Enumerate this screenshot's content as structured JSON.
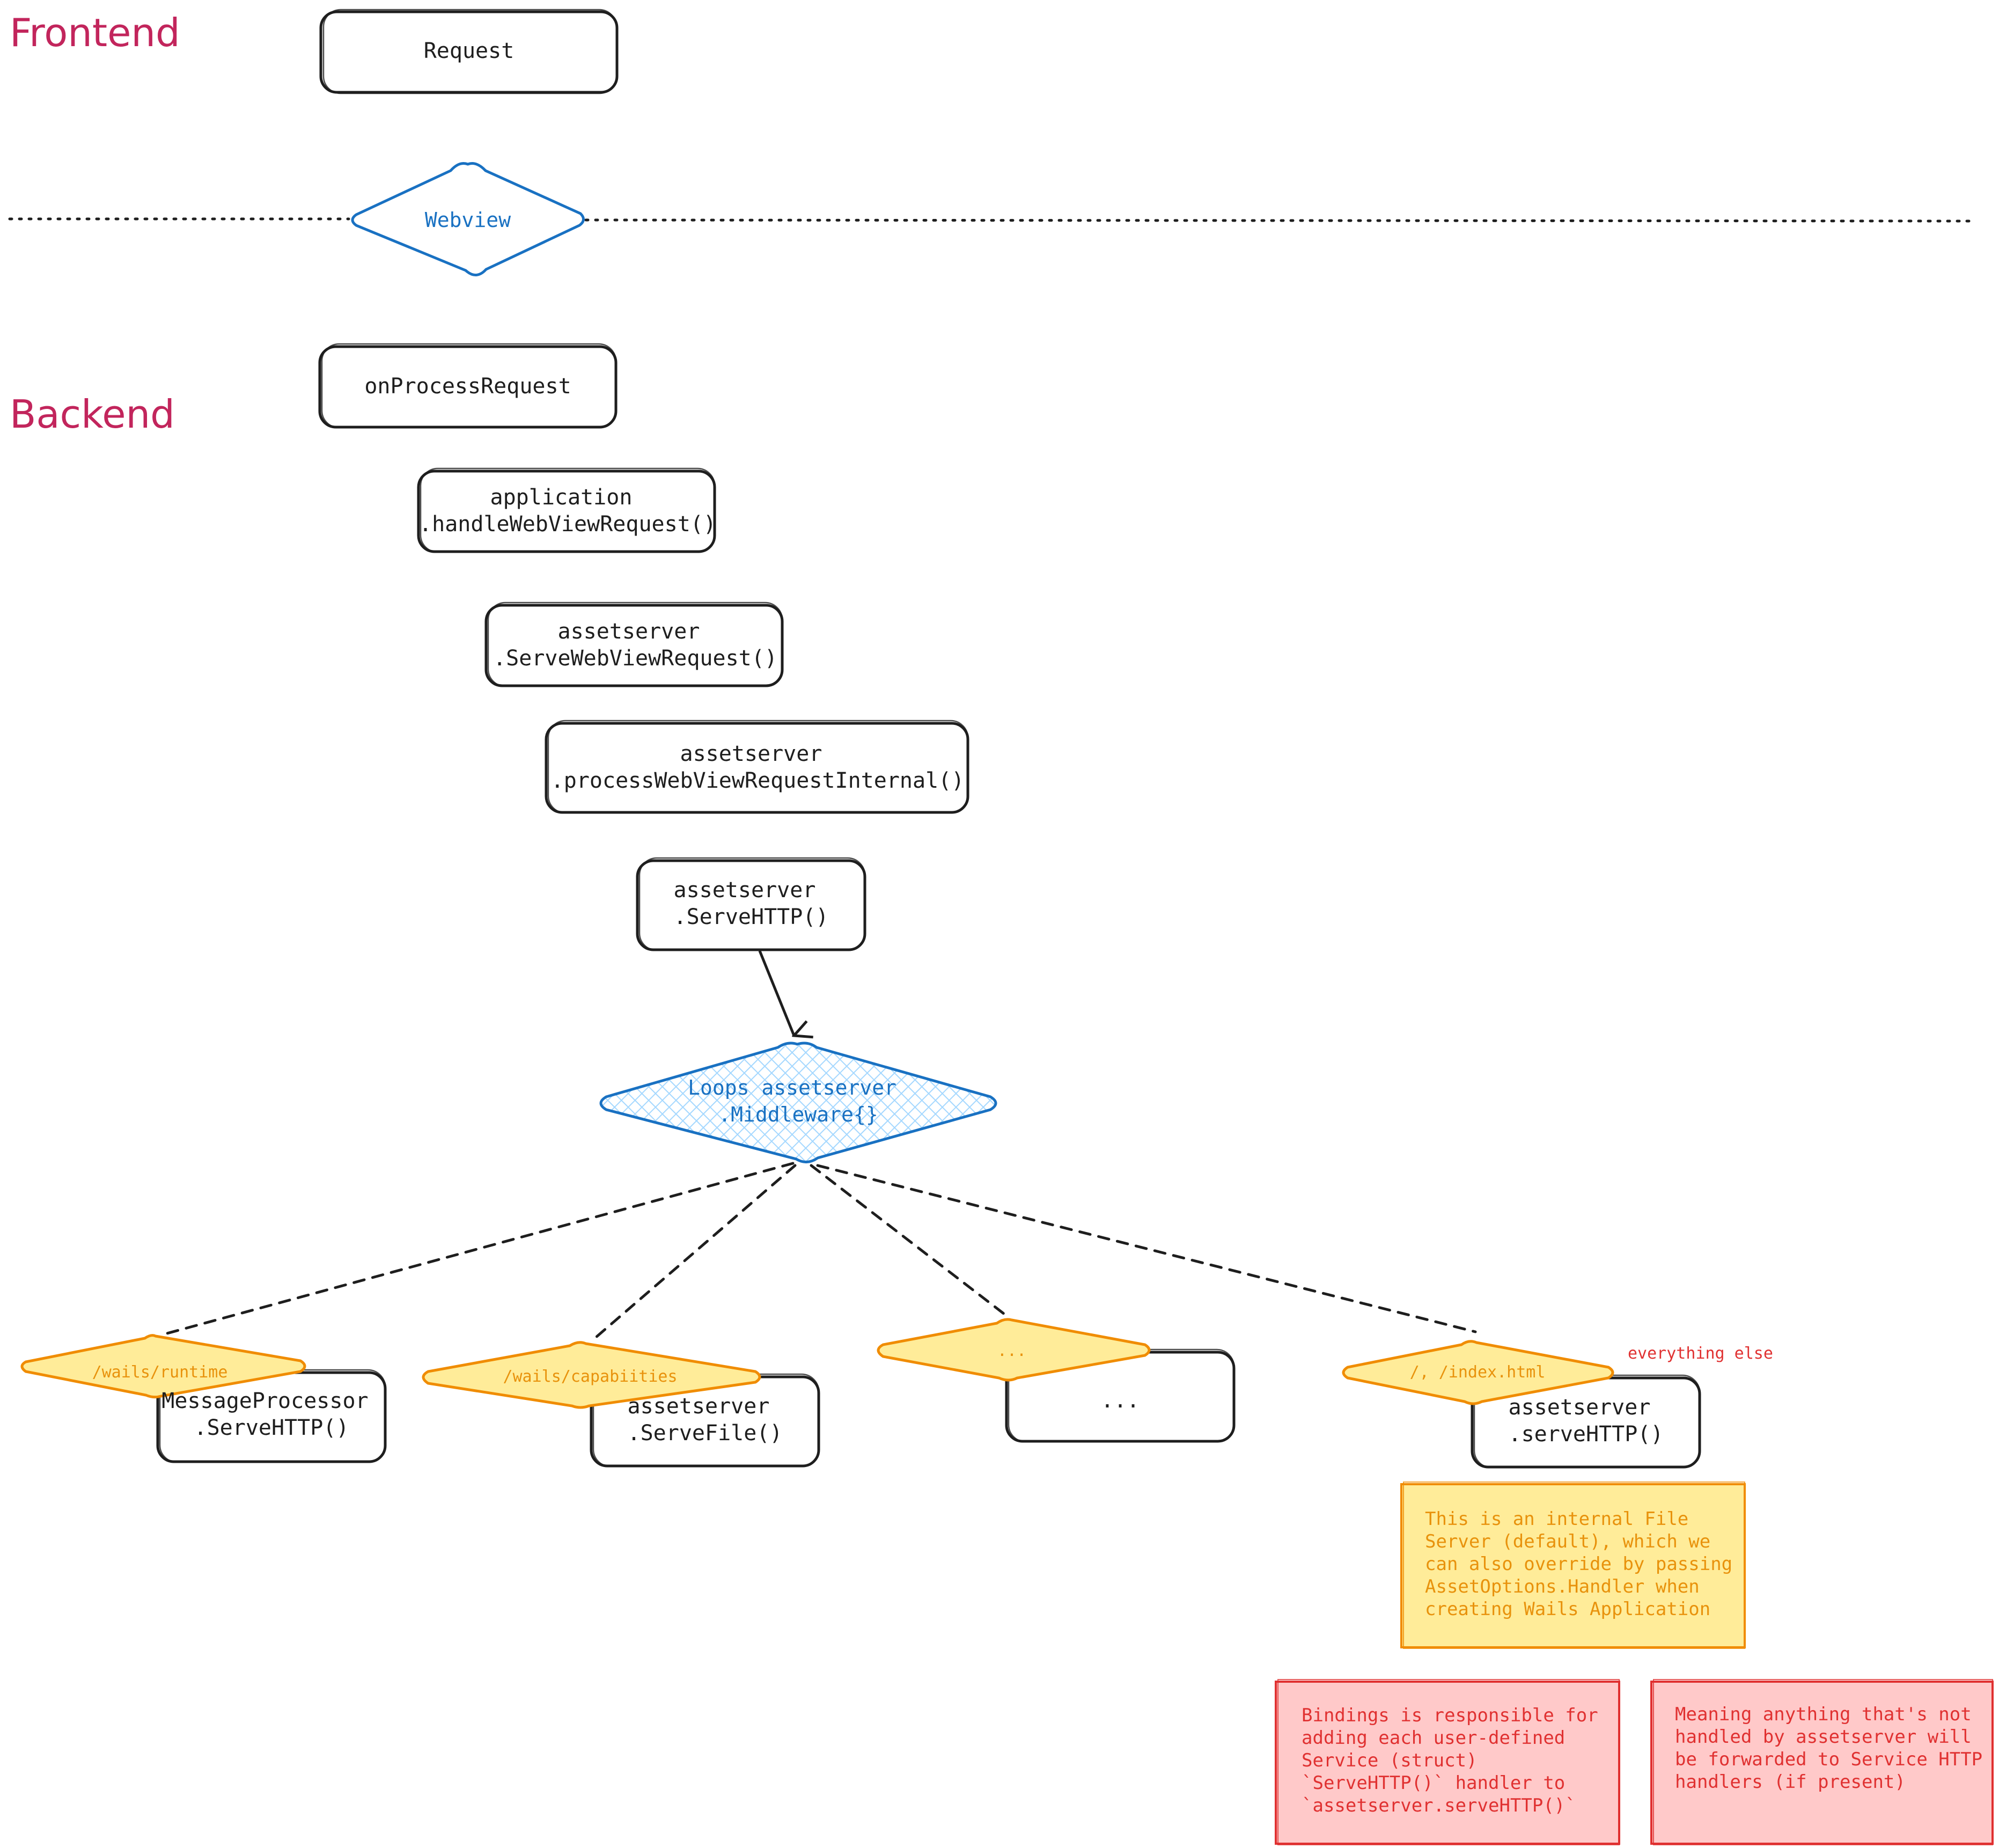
{
  "sections": {
    "frontend": "Frontend",
    "backend": "Backend"
  },
  "nodes": {
    "request": [
      "Request"
    ],
    "webview": [
      "Webview"
    ],
    "on_process_request": [
      "onProcessRequest"
    ],
    "handle_webview_request": [
      "application",
      ".handleWebViewRequest()"
    ],
    "serve_webview_request": [
      "assetserver",
      ".ServeWebViewRequest()"
    ],
    "process_internal": [
      "assetserver",
      ".processWebViewRequestInternal()"
    ],
    "serve_http": [
      "assetserver",
      ".ServeHTTP()"
    ],
    "middleware_loop": [
      "Loops assetserver",
      ".Middleware{}"
    ]
  },
  "branches": {
    "runtime": {
      "route": "/wails/runtime",
      "handler": [
        "MessageProcessor",
        ".ServeHTTP()"
      ]
    },
    "capabilities": {
      "route": "/wails/capabiities",
      "handler": [
        "assetserver",
        ".ServeFile()"
      ]
    },
    "other": {
      "route": "...",
      "handler": [
        "..."
      ]
    },
    "index": {
      "route": "/, /index.html",
      "handler": [
        "assetserver",
        ".serveHTTP()"
      ],
      "side_label": "everything else"
    }
  },
  "notes": {
    "file_server": [
      "This is an internal File",
      "Server (default), which we",
      "can also override by passing",
      "AssetOptions.Handler when",
      "creating Wails Application"
    ],
    "bindings": [
      "Bindings is responsible for",
      "adding each user-defined",
      "Service (struct)",
      "`ServeHTTP()` handler to",
      "`assetserver.serveHTTP()`"
    ],
    "fallthrough": [
      "Meaning anything that's not",
      "handled by assetserver will",
      "be forwarded to Service HTTP",
      "handlers (if present)"
    ]
  },
  "colors": {
    "section": "#c2255c",
    "blue": "#1971c2",
    "blue_fill": "#a5d8ff",
    "orange": "#f08c00",
    "yellow_fill": "#ffec99",
    "red": "#e03131",
    "red_fill": "#ffc9c9",
    "ink": "#1e1e1e"
  }
}
